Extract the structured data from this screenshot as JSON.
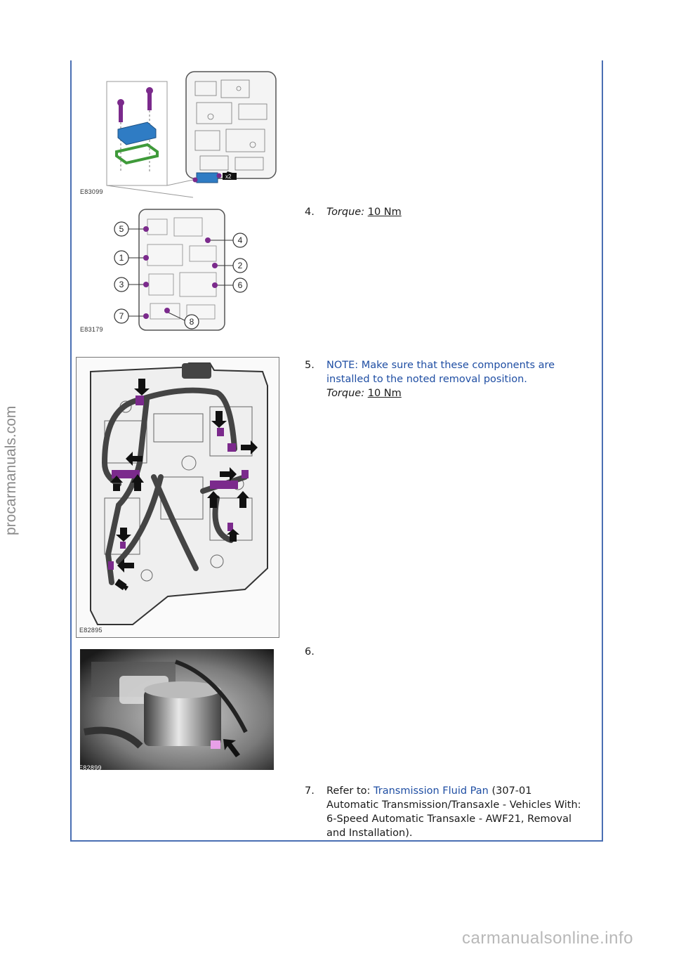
{
  "figures": {
    "fig1": {
      "label": "E83099",
      "badge": "x2"
    },
    "fig2": {
      "label": "E83179",
      "callouts": [
        "5",
        "1",
        "3",
        "7",
        "4",
        "2",
        "6",
        "8"
      ]
    },
    "fig3": {
      "label": "E82895"
    },
    "fig4": {
      "label": "E82899"
    }
  },
  "steps": [
    {
      "num": "4.",
      "torque_label": "Torque:",
      "torque_value": "10 Nm"
    },
    {
      "num": "5.",
      "note": "NOTE: Make sure that these components are installed to the noted removal position.",
      "torque_label": "Torque:",
      "torque_value": "10 Nm"
    },
    {
      "num": "6."
    },
    {
      "num": "7.",
      "refer_prefix": "Refer to:",
      "link": "Transmission Fluid Pan",
      "refer_rest": "(307-01 Automatic Transmission/Transaxle - Vehicles With: 6-Speed Automatic Transaxle - AWF21, Removal and Installation)."
    }
  ],
  "watermarks": {
    "side": "procarmanuals.com",
    "bottom": "carmanualsonline.info"
  },
  "colors": {
    "frame": "#4a6fb3",
    "link": "#1f4ea3",
    "purple_part": "#7b2a8c",
    "blue_part": "#2f7cc4",
    "green_part": "#3f9a3a"
  }
}
